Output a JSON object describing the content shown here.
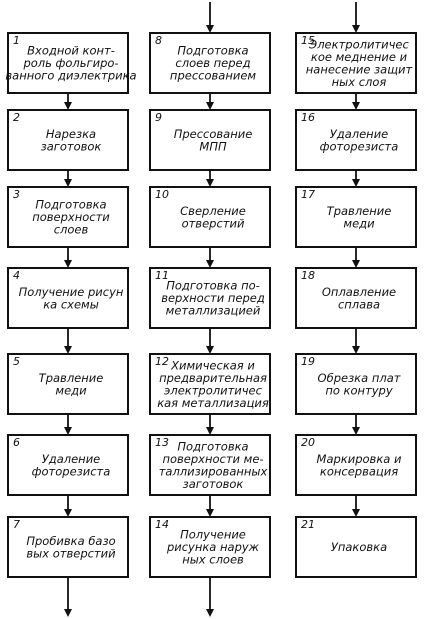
{
  "steps": [
    {
      "num": "1",
      "lines": [
        "Входной конт-",
        "роль фольгиро-",
        "ванного диэлектрика"
      ]
    },
    {
      "num": "2",
      "lines": [
        "Нарезка",
        "заготовок"
      ]
    },
    {
      "num": "3",
      "lines": [
        "Подготовка",
        "поверхности",
        "слоев"
      ]
    },
    {
      "num": "4",
      "lines": [
        "Получение рисун",
        "ка схемы"
      ]
    },
    {
      "num": "5",
      "lines": [
        "Травление",
        "меди"
      ]
    },
    {
      "num": "6",
      "lines": [
        "Удаление",
        "фоторезиста"
      ]
    },
    {
      "num": "7",
      "lines": [
        "Пробивка базо",
        "вых отверстий"
      ]
    },
    {
      "num": "8",
      "lines": [
        "Подготовка",
        "слоев перед",
        "прессованием"
      ]
    },
    {
      "num": "9",
      "lines": [
        "Прессование",
        "МПП"
      ]
    },
    {
      "num": "10",
      "lines": [
        "Сверление",
        "отверстий"
      ]
    },
    {
      "num": "11",
      "lines": [
        "Подготовка по-",
        "верхности перед",
        "металлизацией"
      ]
    },
    {
      "num": "12",
      "lines": [
        "Химическая и",
        "предварительная",
        "электролитичес",
        "кая металлизация"
      ]
    },
    {
      "num": "13",
      "lines": [
        "Подготовка",
        "поверхности ме-",
        "таллизированных",
        "заготовок"
      ]
    },
    {
      "num": "14",
      "lines": [
        "Получение",
        "рисунка наруж",
        "ных слоев"
      ]
    },
    {
      "num": "15",
      "lines": [
        "Электролитичес",
        "кое меднение и",
        "нанесение защит",
        "ных слоя"
      ]
    },
    {
      "num": "16",
      "lines": [
        "Удаление",
        "фоторезиста"
      ]
    },
    {
      "num": "17",
      "lines": [
        "Травление",
        "меди"
      ]
    },
    {
      "num": "18",
      "lines": [
        "Оплавление",
        "сплава"
      ]
    },
    {
      "num": "19",
      "lines": [
        "Обрезка плат",
        "по контуру"
      ]
    },
    {
      "num": "20",
      "lines": [
        "Маркировка и",
        "консервация"
      ]
    },
    {
      "num": "21",
      "lines": [
        "Упаковка"
      ]
    }
  ]
}
